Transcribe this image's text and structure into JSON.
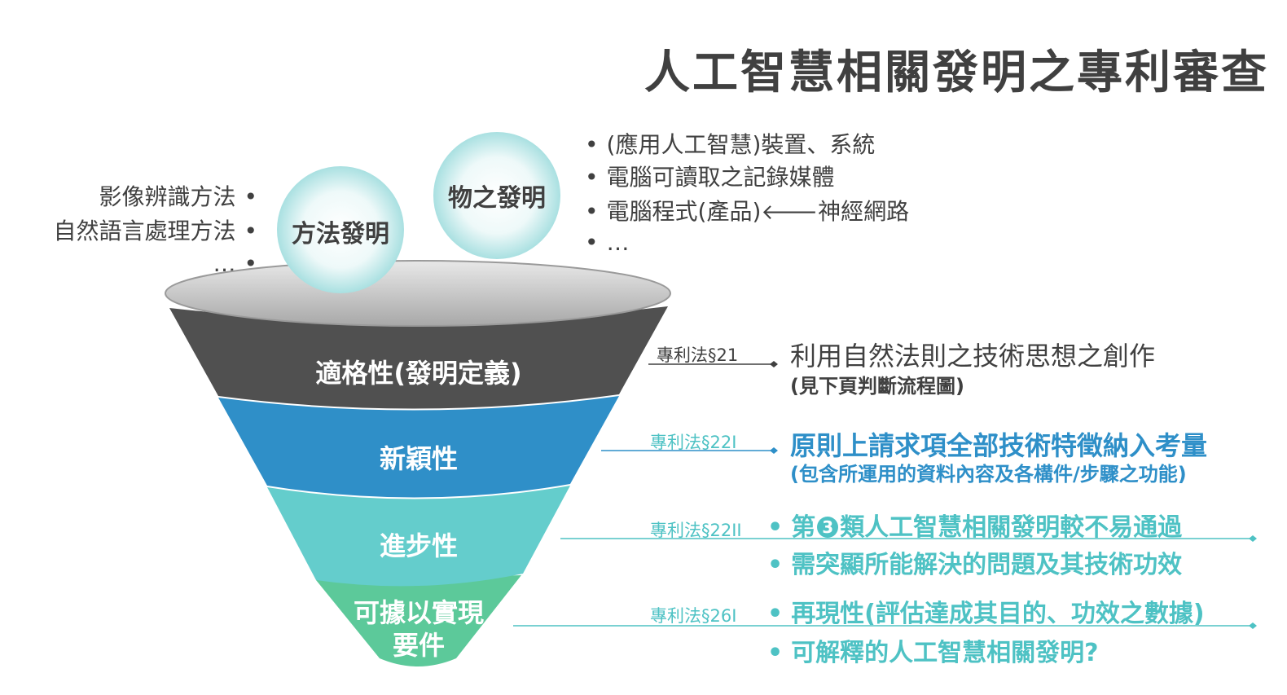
{
  "title": "人工智慧相關發明之專利審查",
  "left_items": [
    "影像辨識方法",
    "自然語言處理方法",
    "…"
  ],
  "right_items": [
    "(應用人工智慧)裝置、系統",
    "電腦可讀取之記錄媒體",
    "電腦程式(產品)",
    "…"
  ],
  "right_item_arrow_text": "神經網路",
  "bubbles": {
    "method": "方法發明",
    "object": "物之發明"
  },
  "stages": [
    {
      "label": "適格性(發明定義)",
      "color": "#505050",
      "law": "專利法§21",
      "desc_main": "利用自然法則之技術思想之創作",
      "desc_sub": "(見下頁判斷流程圖)"
    },
    {
      "label": "新穎性",
      "color": "#2f8fc8",
      "law": "專利法§22I",
      "desc_main": "原則上請求項全部技術特徵納入考量",
      "desc_sub": "(包含所運用的資料內容及各構件/步驟之功能)"
    },
    {
      "label": "進步性",
      "color": "#64cdcc",
      "law": "專利法§22II",
      "desc_pre": "第",
      "desc_badge": "3",
      "desc_post": "類人工智慧相關發明較不易通過",
      "desc_second": "需突顯所能解決的問題及其技術功效"
    },
    {
      "label_line1": "可據以實現",
      "label_line2": "要件",
      "color": "#5cc99a",
      "law": "專利法§26I",
      "desc_first": "再現性(評估達成其目的、功效之數據)",
      "desc_second": "可解釋的人工智慧相關發明?"
    }
  ],
  "colors": {
    "teal": "#4ec2c4",
    "blue": "#2e8fc8",
    "dark": "#404040",
    "bubble": "#bfe9ea"
  }
}
